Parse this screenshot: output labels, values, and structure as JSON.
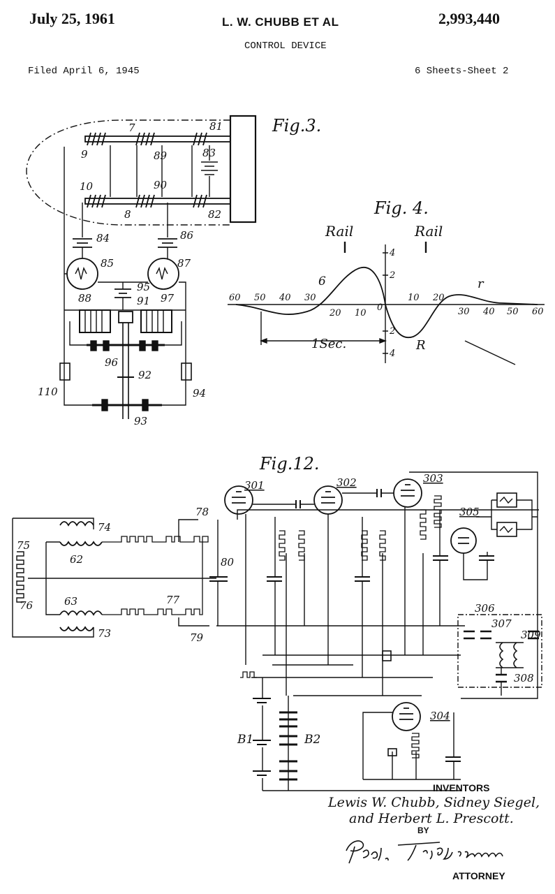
{
  "header": {
    "date": "July 25, 1961",
    "inventor_short": "L. W. CHUBB ET AL",
    "patent_number": "2,993,440",
    "title": "CONTROL DEVICE",
    "filed": "Filed April 6, 1945",
    "sheets": "6 Sheets-Sheet 2"
  },
  "fig3": {
    "caption": "Fig.3.",
    "refs": [
      "7",
      "81",
      "9",
      "89",
      "83",
      "10",
      "90",
      "8",
      "82",
      "84",
      "86",
      "85",
      "87",
      "95",
      "88",
      "91",
      "97",
      "96",
      "92",
      "110",
      "94",
      "93"
    ]
  },
  "fig4": {
    "caption": "Fig. 4.",
    "rail_left": "Rail",
    "rail_right": "Rail",
    "curve_label": "6",
    "upper_label": "r",
    "lower_label": "R",
    "time_label": "1Sec.",
    "x_ticks": [
      "60",
      "50",
      "40",
      "30",
      "20",
      "10",
      "0",
      "10",
      "20",
      "30",
      "40",
      "50",
      "60"
    ],
    "y_ticks_up": [
      "4",
      "2"
    ],
    "y_ticks_down": [
      "2",
      "4"
    ]
  },
  "fig12": {
    "caption": "Fig.12.",
    "tubes": [
      "301",
      "302",
      "303",
      "304",
      "305"
    ],
    "refs": [
      "74",
      "75",
      "62",
      "76",
      "63",
      "73",
      "78",
      "77",
      "79",
      "80",
      "306",
      "307",
      "308",
      "309"
    ],
    "battery_1": "B1",
    "battery_2": "B2"
  },
  "signature": {
    "inventors_label": "INVENTORS",
    "line1": "Lewis W. Chubb, Sidney Siegel,",
    "line2": "and Herbert L. Prescott.",
    "by_label": "BY",
    "attorney_signature": "Paul E. Friedemann",
    "attorney_label": "ATTORNEY"
  }
}
